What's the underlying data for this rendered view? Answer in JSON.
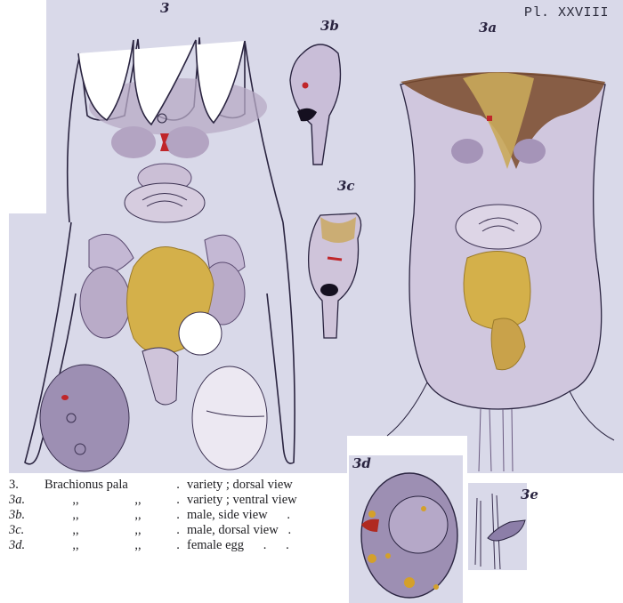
{
  "plate": {
    "number_label": "Pl. XXVIII",
    "background_color": "#d9d9e9",
    "ink_color": "#2a2440",
    "accent_colors": {
      "yellow_stomach": "#d4b04a",
      "red_eyespot": "#c0262a",
      "brown_corona": "#7a4a2a"
    }
  },
  "figures": [
    {
      "id": "fig-3",
      "label": "3",
      "subject": "Brachionus pala, dorsal view"
    },
    {
      "id": "fig-3a",
      "label": "3a",
      "subject": "Brachionus pala, ventral view"
    },
    {
      "id": "fig-3b",
      "label": "3b",
      "subject": "male, side view"
    },
    {
      "id": "fig-3c",
      "label": "3c",
      "subject": "male, dorsal view"
    },
    {
      "id": "fig-3d",
      "label": "3d",
      "subject": "female egg"
    },
    {
      "id": "fig-3e",
      "label": "3e",
      "subject": ""
    }
  ],
  "legend": {
    "rows": [
      {
        "num": "3.",
        "name": "Brachionus pala",
        "ditto1": "",
        "ditto2": "",
        "dot": ".",
        "desc": "variety ; dorsal view"
      },
      {
        "num": "3a.",
        "name": "",
        "ditto1": ",,",
        "ditto2": ",,",
        "dot": ".",
        "desc": "variety ; ventral view"
      },
      {
        "num": "3b.",
        "name": "",
        "ditto1": ",,",
        "ditto2": ",,",
        "dot": ".",
        "desc": "male, side view      ."
      },
      {
        "num": "3c.",
        "name": "",
        "ditto1": ",,",
        "ditto2": ",,",
        "dot": ".",
        "desc": "male, dorsal view   ."
      },
      {
        "num": "3d.",
        "name": "",
        "ditto1": ",,",
        "ditto2": ",,",
        "dot": ".",
        "desc": "female egg      .      ."
      }
    ]
  }
}
